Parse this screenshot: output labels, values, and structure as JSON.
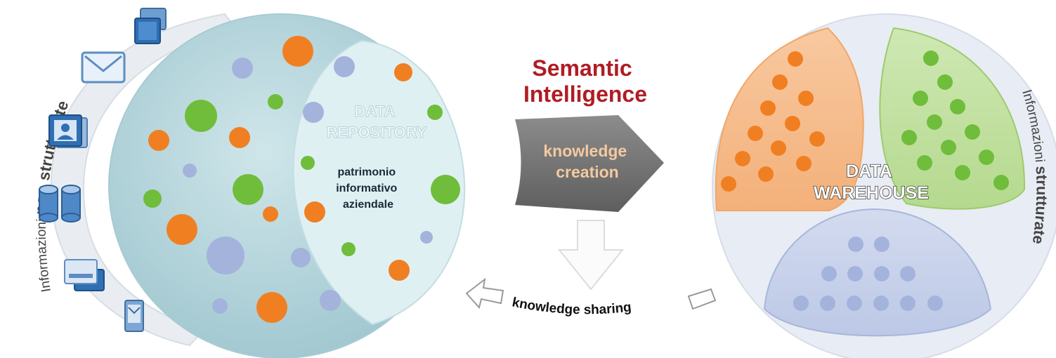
{
  "left": {
    "side_label_prefix": "Informazioni ",
    "side_label_strong": "non strutturate",
    "repository_line1": "DATA",
    "repository_line2": "REPOSITORY",
    "patrimonio_line1": "patrimonio",
    "patrimonio_line2": "informativo",
    "patrimonio_line3": "aziendale",
    "icons": [
      "documents-icon",
      "mail-icon",
      "contact-card-icon",
      "database-icon",
      "web-page-icon",
      "mobile-device-icon"
    ]
  },
  "center": {
    "title_line1": "Semantic",
    "title_line2": "Intelligence",
    "arrow_line1": "knowledge",
    "arrow_line2": "creation",
    "sharing_label": "knowledge sharing"
  },
  "right": {
    "warehouse_line1": "DATA",
    "warehouse_line2": "WAREHOUSE",
    "side_label_prefix": "Informazioni ",
    "side_label_strong": "strutturate"
  },
  "colors": {
    "orange": "#f07f22",
    "green": "#6fbd3a",
    "blue": "#a3b3dc",
    "teal_bg": "#b8d8df",
    "title_red": "#b01c24",
    "arrow_grey": "#7a7a7a"
  }
}
